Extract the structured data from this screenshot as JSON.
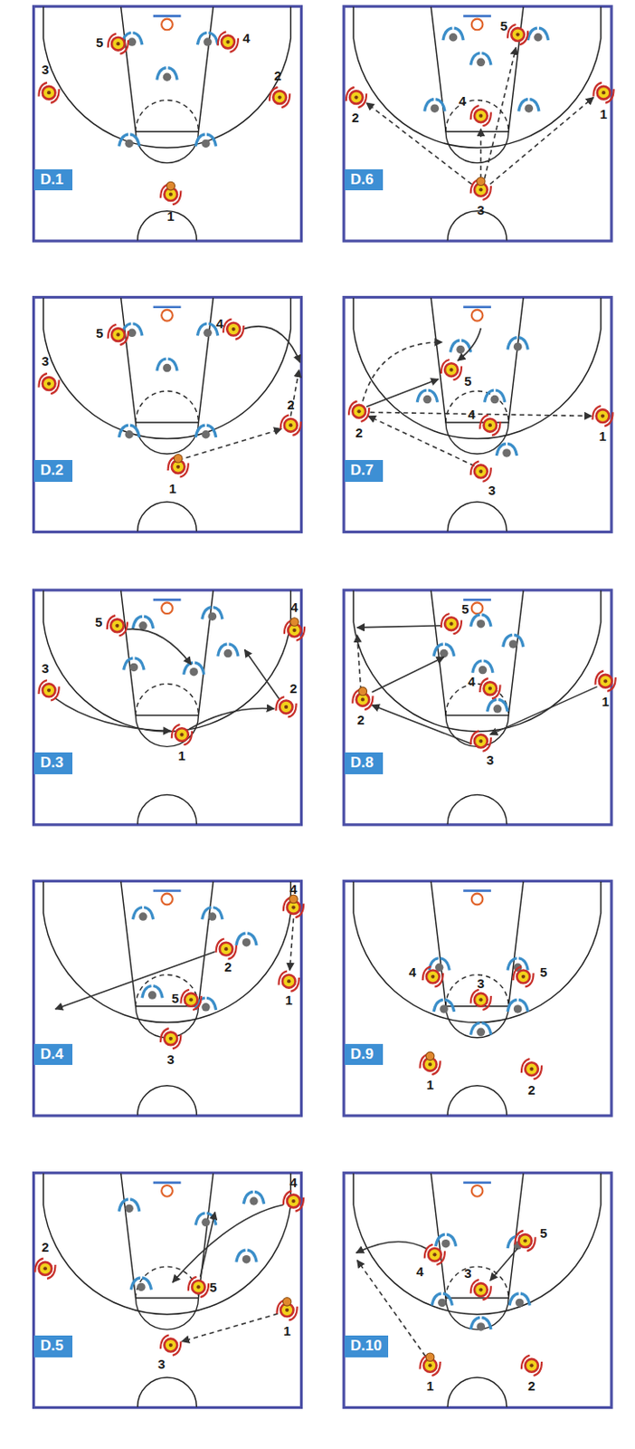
{
  "diagram": {
    "nodes": [
      {
        "text": [
          "D.1"
        ]
      },
      {
        "text": [
          "D.2"
        ]
      },
      {
        "text": [
          "D.3"
        ]
      },
      {
        "text": [
          "D.4"
        ]
      },
      {
        "text": [
          "D.5"
        ]
      },
      {
        "text": [
          "D.6"
        ]
      },
      {
        "text": [
          "D.7"
        ]
      },
      {
        "text": [
          "D.8"
        ]
      },
      {
        "text": [
          "D.9"
        ]
      },
      {
        "text": [
          "D.10"
        ]
      }
    ],
    "labels": [
      "5",
      "4",
      "3",
      "2",
      "1",
      "5",
      "4",
      "3",
      "2",
      "1",
      "5",
      "4",
      "3",
      "2",
      "1",
      "4",
      "2",
      "5",
      "1",
      "3",
      "4",
      "2",
      "5",
      "1",
      "3",
      "5",
      "4",
      "2",
      "1",
      "3",
      "5",
      "4",
      "2",
      "1",
      "3",
      "5",
      "4",
      "2",
      "1",
      "3",
      "4",
      "5",
      "3",
      "1",
      "2",
      "4",
      "5",
      "3",
      "1",
      "2"
    ]
  }
}
